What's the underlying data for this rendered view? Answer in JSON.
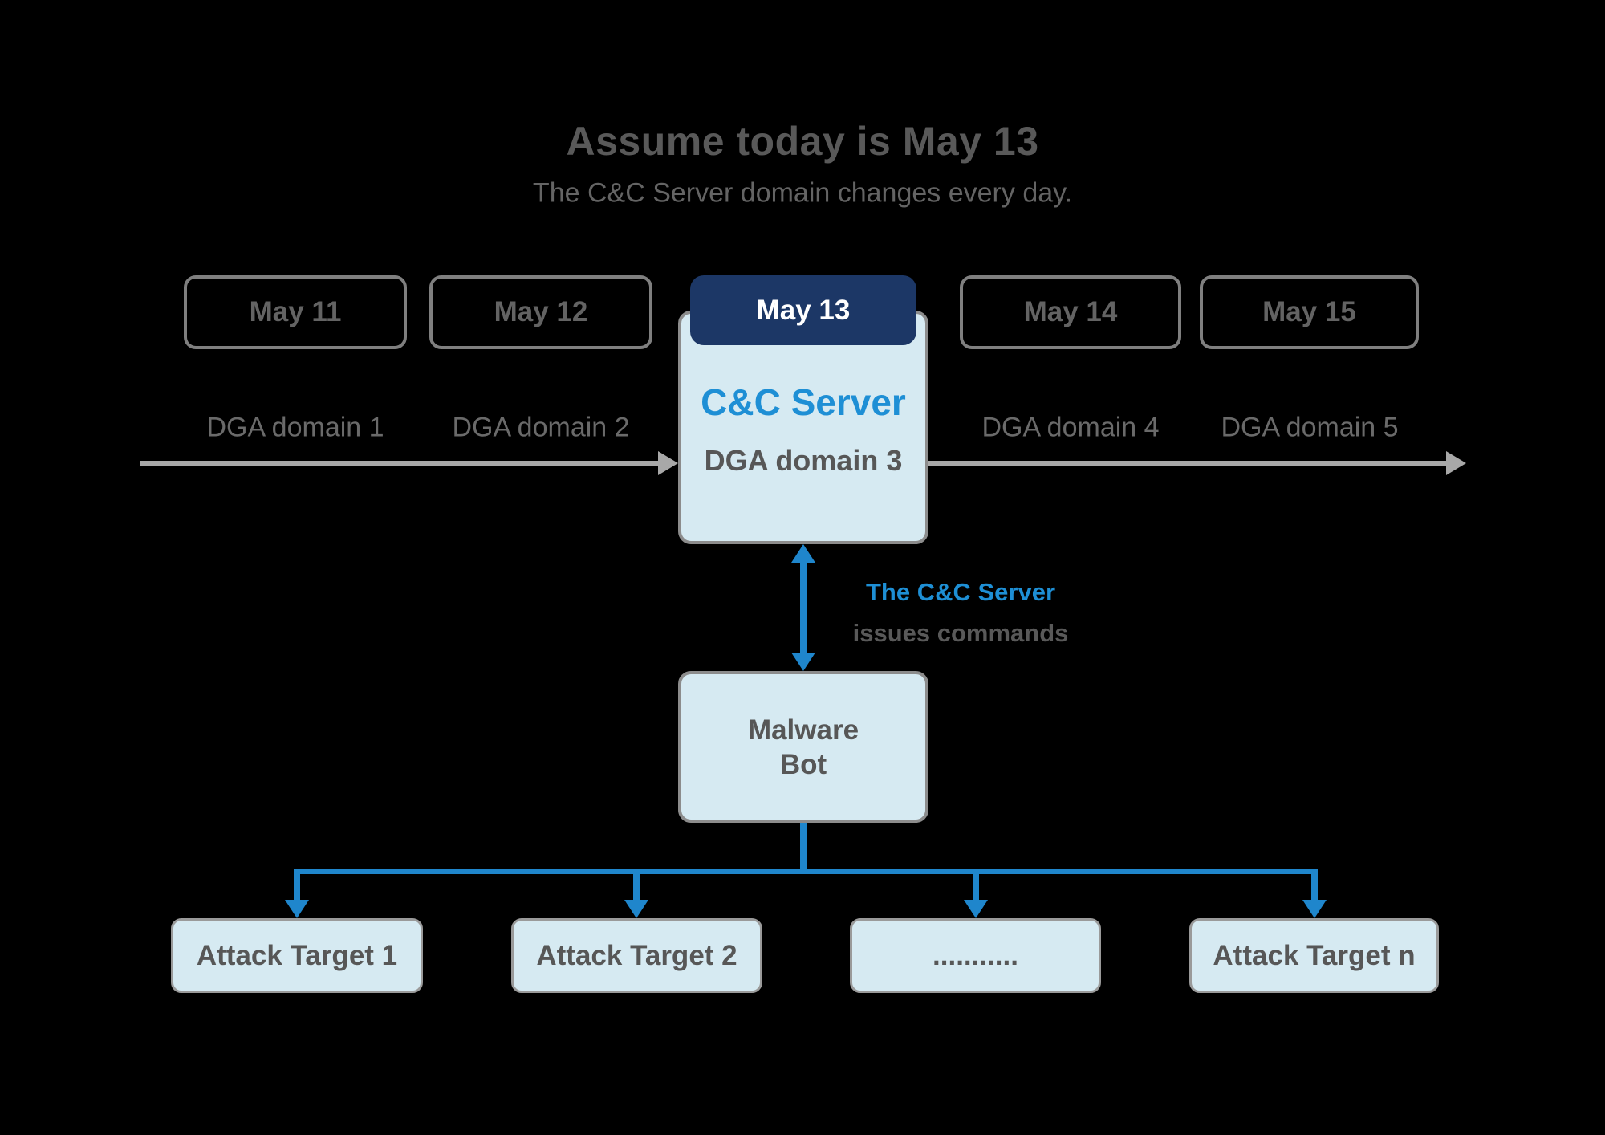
{
  "title": "Assume today is May 13",
  "subtitle": "The C&C Server domain changes every day.",
  "timeline": {
    "dates": [
      {
        "label": "May 11",
        "highlighted": false
      },
      {
        "label": "May 12",
        "highlighted": false
      },
      {
        "label": "May 13",
        "highlighted": true
      },
      {
        "label": "May 14",
        "highlighted": false
      },
      {
        "label": "May 15",
        "highlighted": false
      }
    ],
    "domains": [
      "DGA domain 1",
      "DGA domain 2",
      "DGA domain 3",
      "DGA domain 4",
      "DGA domain 5"
    ]
  },
  "server": {
    "title": "C&C Server"
  },
  "command_annotation": {
    "line1": "The C&C Server",
    "line2": "issues commands"
  },
  "malware_bot": {
    "line1": "Malware",
    "line2": "Bot"
  },
  "targets": [
    {
      "label": "Attack Target 1"
    },
    {
      "label": "Attack Target 2"
    },
    {
      "label": "..........."
    },
    {
      "label": "Attack Target n"
    }
  ],
  "colors": {
    "background": "#000000",
    "highlight_navy": "#1c3766",
    "box_fill_light_blue": "#d6eaf2",
    "accent_blue_text": "#1e8fd5",
    "arrow_blue": "#1f86cc",
    "timeline_arrow_gray": "#a8a8a8",
    "text_dark_gray": "#595959",
    "date_box_border_gray": "#7f7f7f"
  }
}
